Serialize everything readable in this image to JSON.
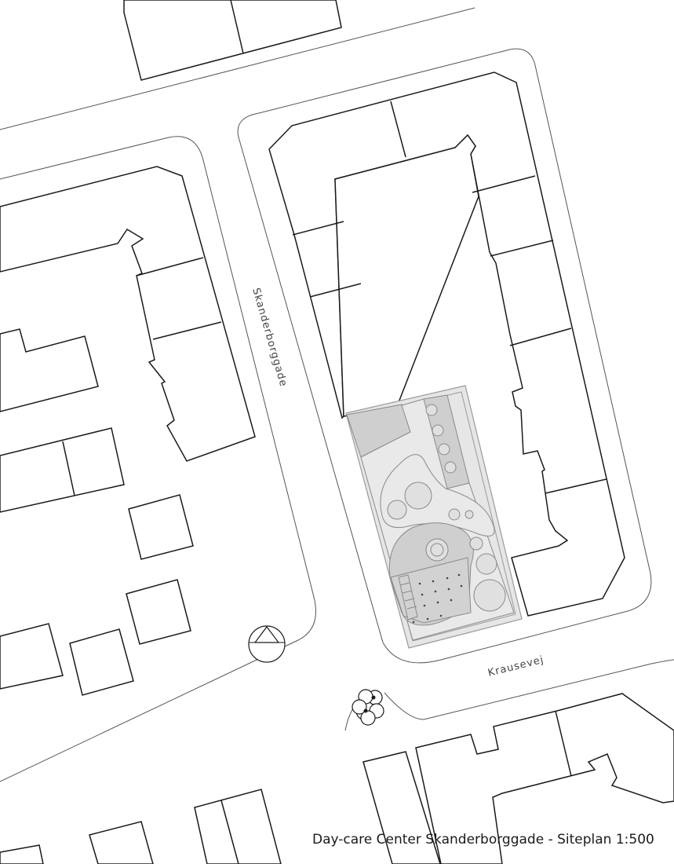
{
  "caption": "Day-care Center Skanderborggade - Siteplan 1:500",
  "streets": {
    "skanderborggade": "Skanderborggade",
    "krausevej": "Krausevej"
  },
  "colors": {
    "line": "#1a1a1a",
    "road": "#555555",
    "site_fill": "#e6e6e6",
    "hard_surface": "#cfcfcf"
  },
  "icons": {
    "north_arrow": "north-arrow-icon",
    "street_tree": "tree-icon"
  }
}
